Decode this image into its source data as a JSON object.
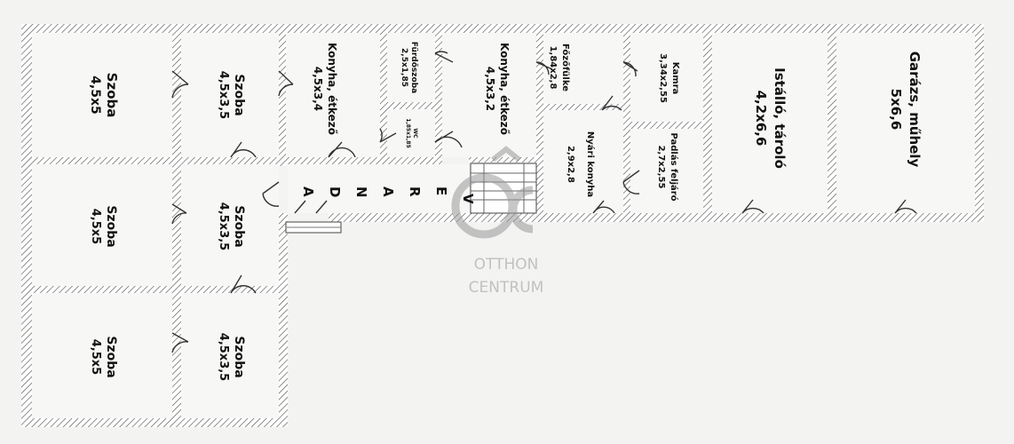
{
  "plan": {
    "rooms": [
      {
        "id": "szoba-1",
        "name": "Szoba",
        "size": "4,5x5"
      },
      {
        "id": "szoba-2",
        "name": "Szoba",
        "size": "4,5x3,5"
      },
      {
        "id": "konyha-1",
        "name": "Konyha, étkező",
        "size": "4,5x3,4"
      },
      {
        "id": "furdo",
        "name": "Fürdőszoba",
        "size": "2,5x1,85"
      },
      {
        "id": "wc",
        "name": "WC",
        "size": "1,85x1,85"
      },
      {
        "id": "konyha-2",
        "name": "Konyha, étkező",
        "size": "4,5x3,2"
      },
      {
        "id": "fozofulke",
        "name": "Főzőfülke",
        "size": "1,84x2,8"
      },
      {
        "id": "kamra",
        "name": "Kamra",
        "size": "3,34x2,55"
      },
      {
        "id": "istallo",
        "name": "Istálló, tároló",
        "size": "4,2x6,6"
      },
      {
        "id": "garazs",
        "name": "Garázs, műhely",
        "size": "5x6,6"
      },
      {
        "id": "nyari",
        "name": "Nyári konyha",
        "size": "2,9x2,8"
      },
      {
        "id": "padlas",
        "name": "Padlás feljáró",
        "size": "2,7x2,55"
      },
      {
        "id": "szoba-3",
        "name": "Szoba",
        "size": "4,5x5"
      },
      {
        "id": "szoba-4",
        "name": "Szoba",
        "size": "4,5x3,5"
      },
      {
        "id": "szoba-5",
        "name": "Szoba",
        "size": "4,5x5"
      },
      {
        "id": "szoba-6",
        "name": "Szoba",
        "size": "4,5x3,5"
      }
    ],
    "veranda_letters": [
      "V",
      "E",
      "R",
      "A",
      "N",
      "D",
      "A"
    ]
  },
  "watermark": {
    "line1": "OTTHON",
    "line2": "CENTRUM",
    "logo": "oc-logo-icon"
  }
}
